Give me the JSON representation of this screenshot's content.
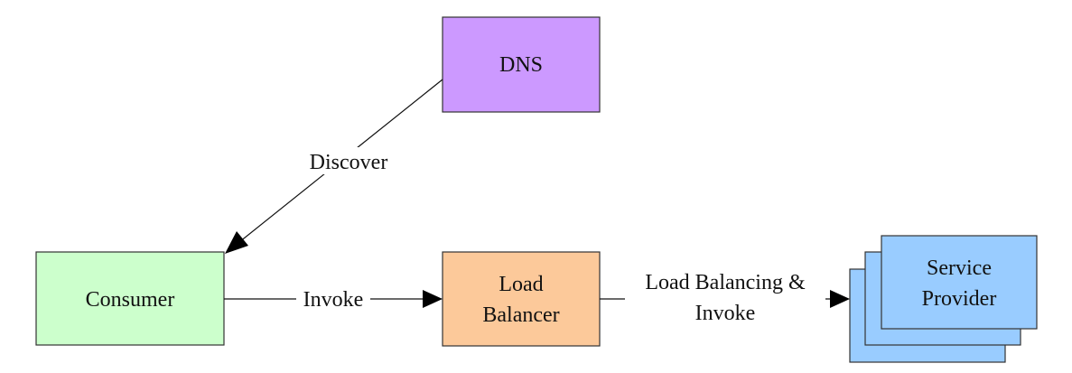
{
  "diagram": {
    "nodes": {
      "dns": {
        "label": "DNS",
        "color": "#cc99ff"
      },
      "consumer": {
        "label": "Consumer",
        "color": "#ccffcc"
      },
      "load_balancer": {
        "label_line1": "Load",
        "label_line2": "Balancer",
        "color": "#fcc99a"
      },
      "service_provider": {
        "label_line1": "Service",
        "label_line2": "Provider",
        "color": "#99ccff"
      }
    },
    "edges": {
      "discover": {
        "label": "Discover"
      },
      "invoke": {
        "label": "Invoke"
      },
      "load_balancing_invoke": {
        "label_line1": "Load Balancing &",
        "label_line2": "Invoke"
      }
    }
  }
}
